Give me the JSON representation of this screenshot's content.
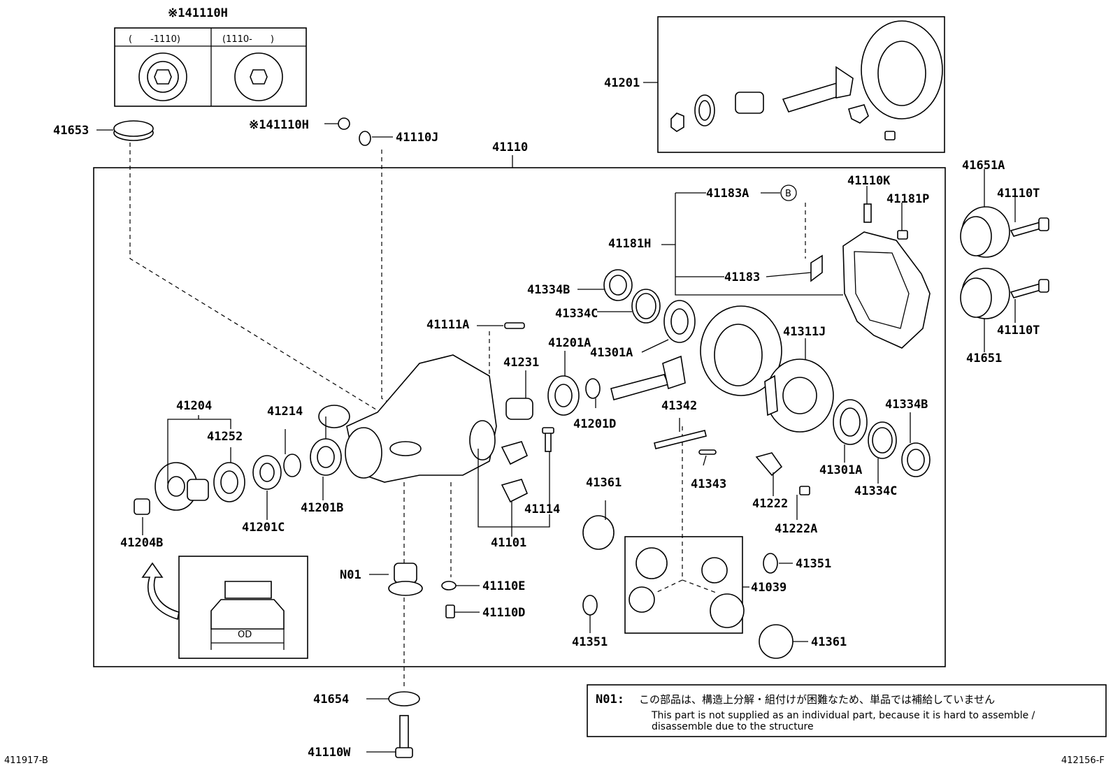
{
  "diagram": {
    "labels": {
      "p41110H_top": "※141110H",
      "range_left": "(　　-1110)",
      "range_right": "(1110-　　)",
      "p41653": "41653",
      "p41110H": "※141110H",
      "p41110J": "41110J",
      "p41110": "41110",
      "p41201": "41201",
      "p41651A": "41651A",
      "p41110T_a": "41110T",
      "p41110T_b": "41110T",
      "p41651": "41651",
      "p41183A": "41183A",
      "p41110K": "41110K",
      "p41181P": "41181P",
      "p41181H": "41181H",
      "p41183": "41183",
      "p41334B_a": "41334B",
      "p41334C_a": "41334C",
      "p41111A": "41111A",
      "p41201A": "41201A",
      "p41301A_a": "41301A",
      "p41311J": "41311J",
      "p41231": "41231",
      "p41201D": "41201D",
      "p41342": "41342",
      "p41334B_b": "41334B",
      "p41204": "41204",
      "p41252": "41252",
      "p41214": "41214",
      "p41201B": "41201B",
      "p41201C": "41201C",
      "p41204B": "41204B",
      "p41343": "41343",
      "p41301A_b": "41301A",
      "p41334C_b": "41334C",
      "p41361_a": "41361",
      "p41114": "41114",
      "p41101": "41101",
      "p41222": "41222",
      "p41222A": "41222A",
      "pN01": "N01",
      "p41110E": "41110E",
      "p41110D": "41110D",
      "p41351_a": "41351",
      "p41039": "41039",
      "p41351_b": "41351",
      "p41361_b": "41361",
      "p41654": "41654",
      "p41110W": "41110W",
      "od": "OD",
      "circle_b": "B",
      "fig_left": "411917-B",
      "fig_right": "412156-F"
    },
    "note": {
      "code": "N01:",
      "jp": "この部品は、構造上分解・組付けが困難なため、単品では補給していません",
      "en_line1": "This part is not supplied as an individual part, because it is hard to assemble /",
      "en_line2": "disassemble due to the structure"
    }
  }
}
